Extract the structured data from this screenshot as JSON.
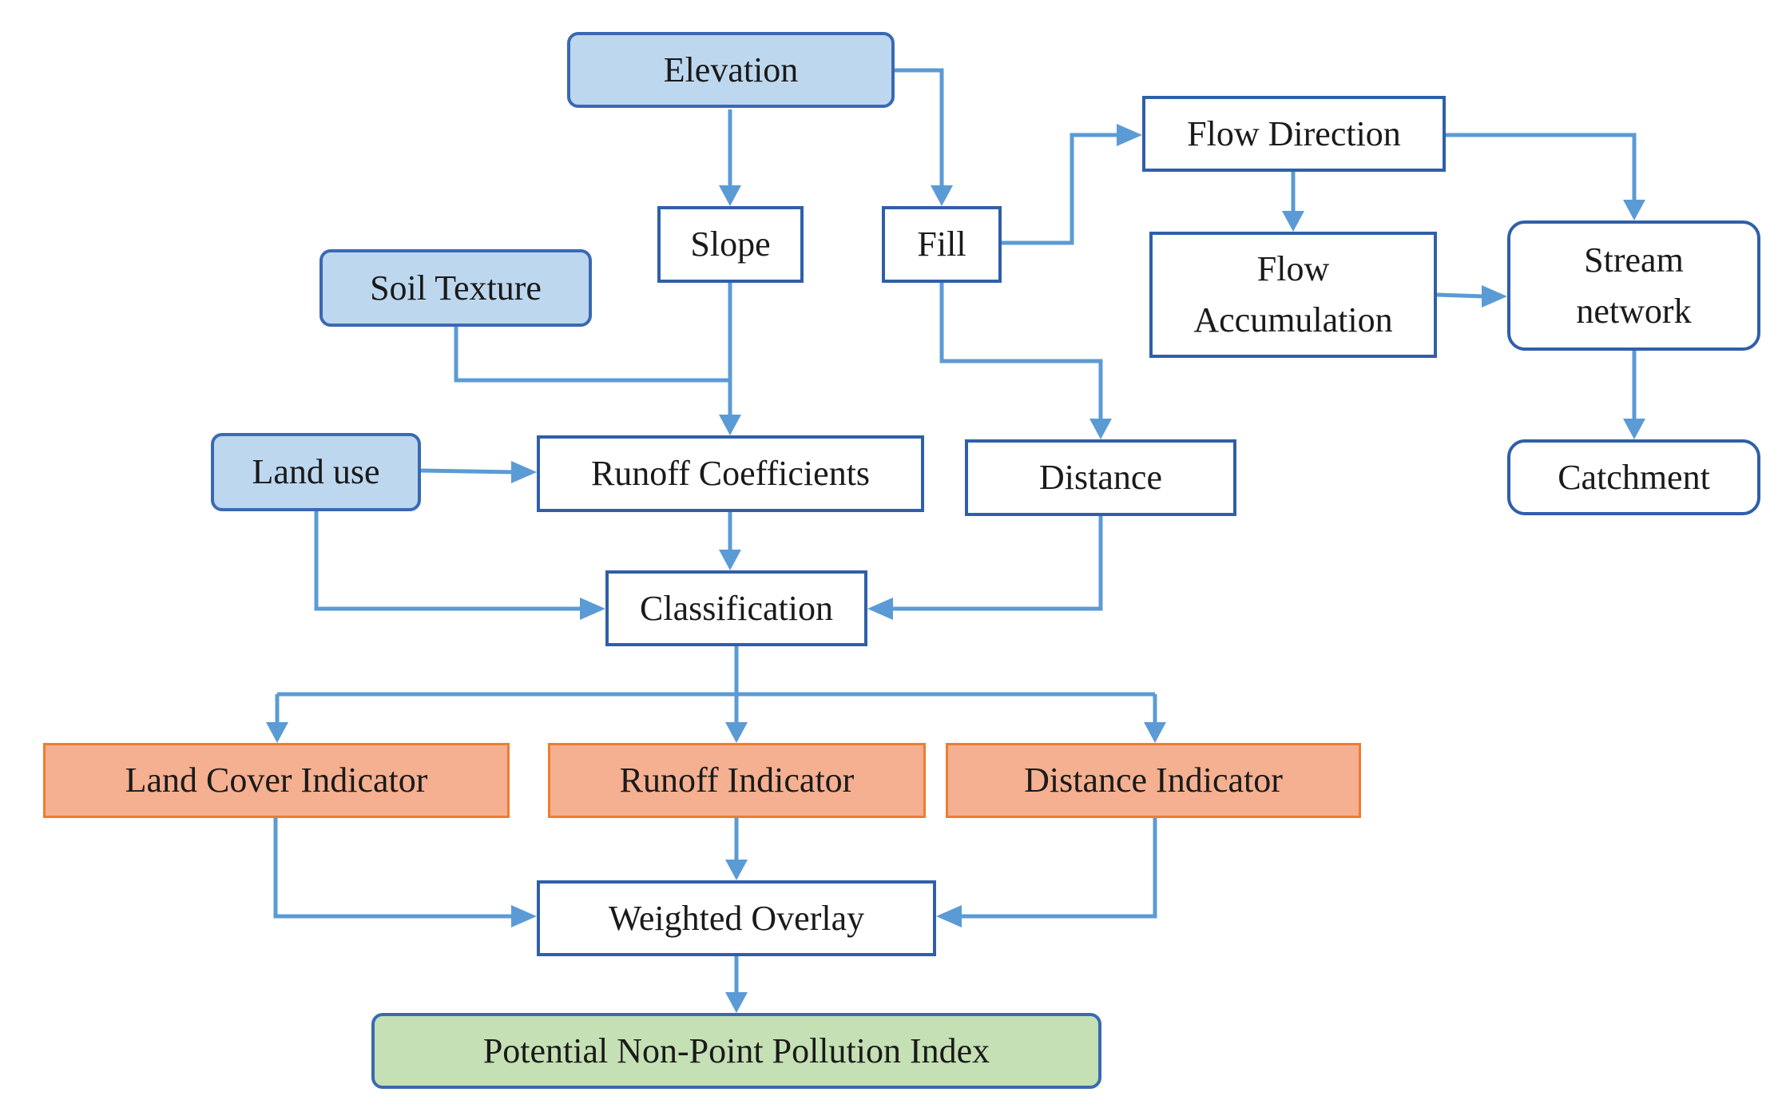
{
  "nodes": {
    "elevation": "Elevation",
    "slope": "Slope",
    "fill": "Fill",
    "soil_texture": "Soil Texture",
    "flow_direction": "Flow Direction",
    "flow_accumulation": [
      "Flow",
      "Accumulation"
    ],
    "stream_network": [
      "Stream",
      "network"
    ],
    "catchment": "Catchment",
    "land_use": "Land use",
    "runoff_coefficients": "Runoff Coefficients",
    "distance": "Distance",
    "classification": "Classification",
    "land_cover_indicator": "Land Cover Indicator",
    "runoff_indicator": "Runoff Indicator",
    "distance_indicator": "Distance Indicator",
    "weighted_overlay": "Weighted Overlay",
    "potential_index": "Potential Non-Point Pollution Index"
  },
  "colors": {
    "input_fill": "#bdd7ee",
    "process_border": "#2f5fa8",
    "indicator_fill": "#f4b090",
    "indicator_border": "#ed7d31",
    "output_fill": "#c5e0b4",
    "connector": "#5b9bd5"
  }
}
